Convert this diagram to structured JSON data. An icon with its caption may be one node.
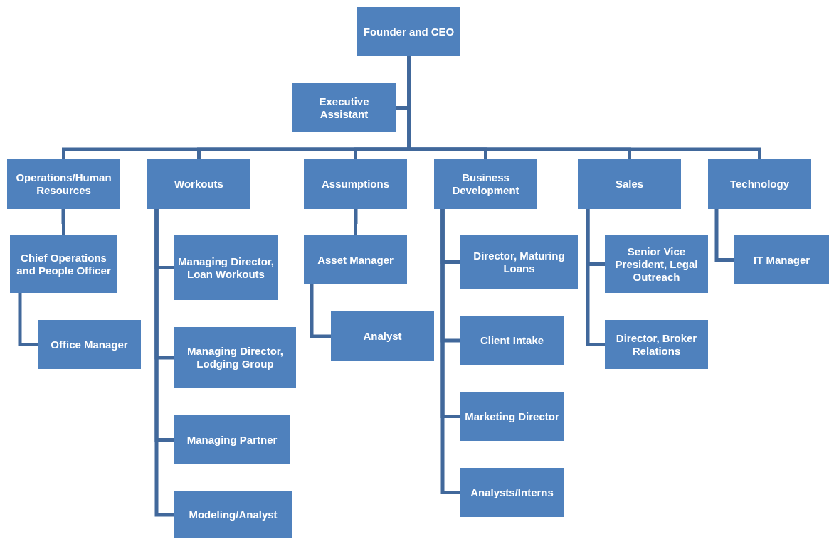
{
  "diagram": {
    "nodes": [
      {
        "text": [
          "Founder and CEO"
        ]
      },
      {
        "text": [
          "Executive Assistant"
        ]
      },
      {
        "text": [
          "Operations/Human Resources"
        ]
      },
      {
        "text": [
          "Workouts"
        ]
      },
      {
        "text": [
          "Assumptions"
        ]
      },
      {
        "text": [
          "Business Development"
        ]
      },
      {
        "text": [
          "Sales"
        ]
      },
      {
        "text": [
          "Technology"
        ]
      },
      {
        "text": [
          "Chief Operations and People Officer"
        ]
      },
      {
        "text": [
          "Office Manager"
        ]
      },
      {
        "text": [
          "Managing Director, Loan Workouts"
        ]
      },
      {
        "text": [
          "Managing Director, Lodging Group"
        ]
      },
      {
        "text": [
          "Managing Partner"
        ]
      },
      {
        "text": [
          "Modeling/Analyst"
        ]
      },
      {
        "text": [
          "Asset Manager"
        ]
      },
      {
        "text": [
          "Analyst"
        ]
      },
      {
        "text": [
          "Director, Maturing Loans"
        ]
      },
      {
        "text": [
          "Client Intake"
        ]
      },
      {
        "text": [
          "Marketing Director"
        ]
      },
      {
        "text": [
          "Analysts/Interns"
        ]
      },
      {
        "text": [
          "Senior Vice President, Legal Outreach"
        ]
      },
      {
        "text": [
          "Director, Broker Relations"
        ]
      },
      {
        "text": [
          "IT Manager"
        ]
      }
    ],
    "edges": [
      {
        "from": 0,
        "to": 1,
        "arrow": "none"
      },
      {
        "from": 0,
        "to": 2,
        "arrow": "none"
      },
      {
        "from": 0,
        "to": 3,
        "arrow": "none"
      },
      {
        "from": 0,
        "to": 4,
        "arrow": "none"
      },
      {
        "from": 0,
        "to": 5,
        "arrow": "none"
      },
      {
        "from": 0,
        "to": 6,
        "arrow": "none"
      },
      {
        "from": 0,
        "to": 7,
        "arrow": "none"
      },
      {
        "from": 2,
        "to": 8,
        "arrow": "none"
      },
      {
        "from": 8,
        "to": 9,
        "arrow": "none"
      },
      {
        "from": 3,
        "to": 10,
        "arrow": "none"
      },
      {
        "from": 3,
        "to": 11,
        "arrow": "none"
      },
      {
        "from": 3,
        "to": 12,
        "arrow": "none"
      },
      {
        "from": 3,
        "to": 13,
        "arrow": "none"
      },
      {
        "from": 4,
        "to": 14,
        "arrow": "none"
      },
      {
        "from": 14,
        "to": 15,
        "arrow": "none"
      },
      {
        "from": 5,
        "to": 16,
        "arrow": "none"
      },
      {
        "from": 5,
        "to": 17,
        "arrow": "none"
      },
      {
        "from": 5,
        "to": 18,
        "arrow": "none"
      },
      {
        "from": 5,
        "to": 19,
        "arrow": "none"
      },
      {
        "from": 6,
        "to": 20,
        "arrow": "none"
      },
      {
        "from": 6,
        "to": 21,
        "arrow": "none"
      },
      {
        "from": 7,
        "to": 22,
        "arrow": "none"
      }
    ]
  }
}
